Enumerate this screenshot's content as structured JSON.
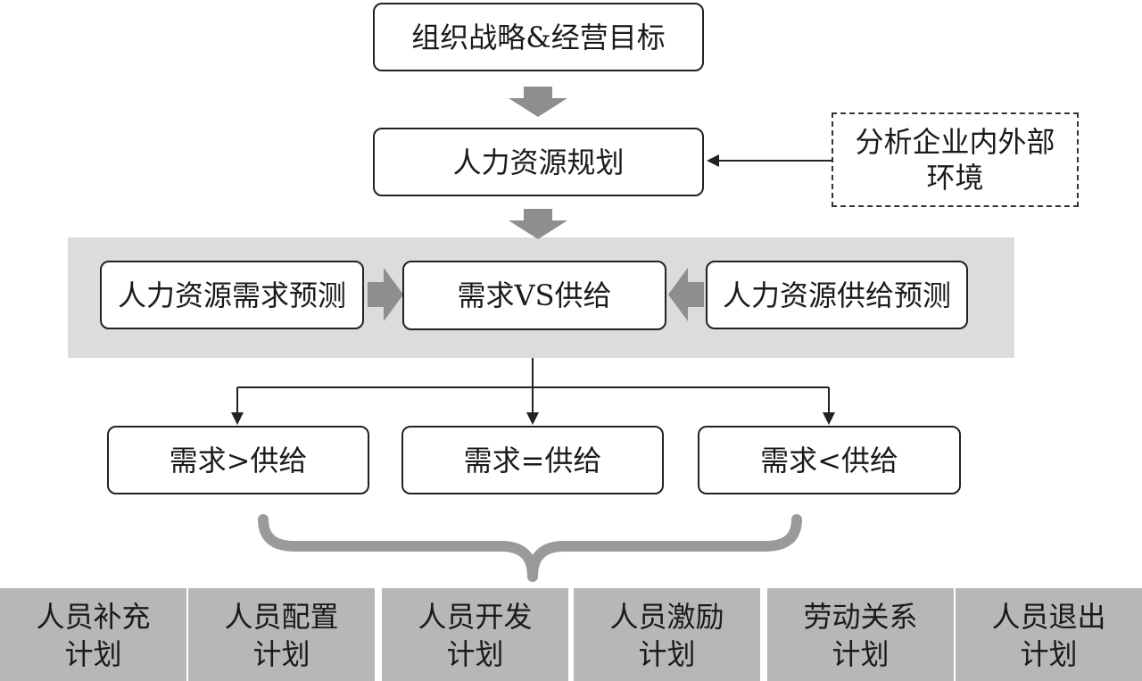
{
  "top": {
    "strategy": "组织战略&经营目标"
  },
  "planning": {
    "label": "人力资源规划"
  },
  "environment": {
    "label": "分析企业内外部环境"
  },
  "forecast": {
    "demand": "人力资源需求预测",
    "compare": "需求VS供给",
    "supply": "人力资源供给预测"
  },
  "outcomes": {
    "greater": "需求>供给",
    "equal": "需求=供给",
    "less": "需求<供给"
  },
  "plans": [
    {
      "line1": "人员补充",
      "line2": "计划"
    },
    {
      "line1": "人员配置",
      "line2": "计划"
    },
    {
      "line1": "人员开发",
      "line2": "计划"
    },
    {
      "line1": "人员激励",
      "line2": "计划"
    },
    {
      "line1": "劳动关系",
      "line2": "计划"
    },
    {
      "line1": "人员退出",
      "line2": "计划"
    }
  ],
  "colors": {
    "arrow_fill": "#8e8e8e",
    "panel": "#dcdcdc",
    "plan_fill": "#b7b7b7",
    "stroke": "#222222"
  }
}
